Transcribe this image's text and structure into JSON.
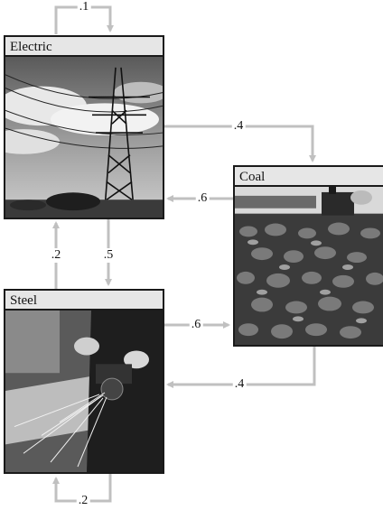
{
  "nodes": {
    "electric": {
      "label": "Electric"
    },
    "coal": {
      "label": "Coal"
    },
    "steel": {
      "label": "Steel"
    }
  },
  "edges": {
    "electric_to_electric": ".1",
    "electric_to_coal": ".4",
    "coal_to_electric": ".6",
    "steel_to_electric": ".2",
    "electric_to_steel": ".5",
    "steel_to_coal": ".6",
    "coal_to_steel": ".4",
    "steel_to_steel": ".2"
  },
  "colors": {
    "arrow": "#c0c0c0",
    "border": "#1a1a1a",
    "label_bg": "#e6e6e6"
  }
}
